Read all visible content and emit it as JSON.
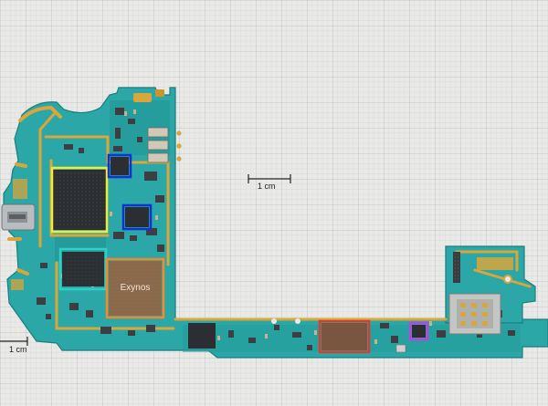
{
  "scale_bars": {
    "center_label": "1 cm",
    "left_label": "1 cm"
  },
  "chip_text": {
    "exynos_brand": "Exynos"
  },
  "colors": {
    "background": "#e9e9e7",
    "grid_fine": "#d2d2d0",
    "grid_major": "#c2c2c0",
    "pcb": "#2aa7a6",
    "pcb_dark": "#1f8c8c",
    "gold_trace": "#d8a63a",
    "chip_dark": "#2b2f33",
    "highlight_yellow": "#f2ea3a",
    "highlight_blue": "#1030d8",
    "highlight_teal": "#2fd0c8",
    "highlight_orange": "#f08a2a",
    "highlight_red": "#e23a2a",
    "highlight_purple": "#c040e0"
  }
}
